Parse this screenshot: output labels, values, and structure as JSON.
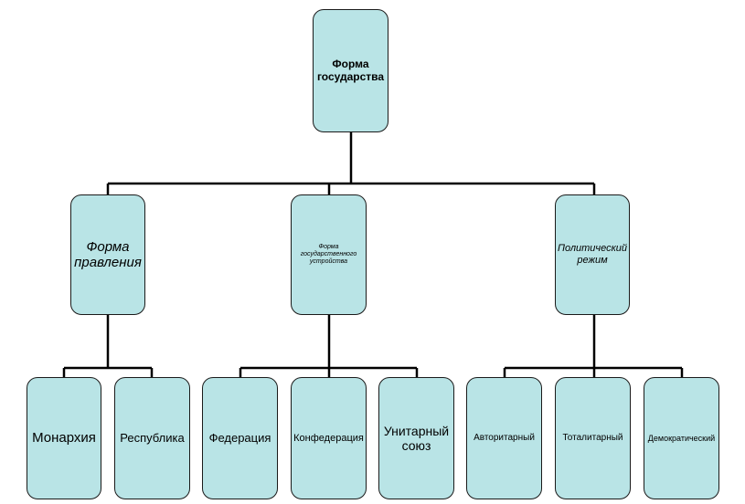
{
  "diagram": {
    "root": "Форма государства",
    "branches": [
      {
        "label": "Форма правления",
        "children": [
          "Монархия",
          "Республика"
        ]
      },
      {
        "label": "Форма государственного устройства",
        "children": [
          "Федерация",
          "Конфедерация",
          "Унитарный союз"
        ]
      },
      {
        "label": "Политический режим",
        "children": [
          "Авторитарный",
          "Тоталитарный",
          "Демократический"
        ]
      }
    ],
    "colors": {
      "node_fill": "#b9e4e6",
      "line": "#000000"
    }
  }
}
